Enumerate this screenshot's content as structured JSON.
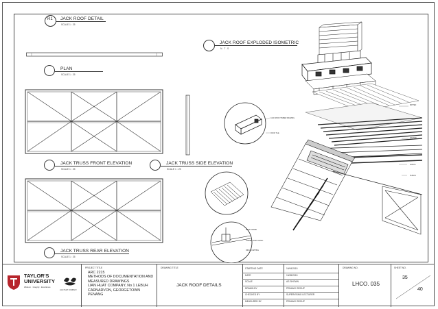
{
  "drawing": {
    "titles": {
      "jack_roof_detail": {
        "code": "R1",
        "title": "JACK ROOF DETAIL",
        "scale": "SCALE 1 : 25"
      },
      "plan": {
        "title": "PLAN",
        "scale": "SCALE 1 : 25"
      },
      "front_elevation": {
        "title": "JACK TRUSS FRONT ELEVATION",
        "scale": "SCALE 1 : 25"
      },
      "side_elevation": {
        "title": "JACK TRUSS SIDE ELEVATION",
        "scale": "SCALE 1 : 25"
      },
      "rear_elevation": {
        "title": "JACK TRUSS REAR ELEVATION",
        "scale": "SCALE 1 : 25"
      },
      "exploded": {
        "title": "JACK ROOF EXPLODED ISOMETRIC",
        "scale": "N . T . S"
      }
    },
    "callouts": {
      "c1": "JACK ROOF TIMBER FRAMING",
      "c2": "ROOF TILE",
      "c3": "BATTEN",
      "c4": "RAFTER",
      "c5": "FASCIA",
      "c6": "PURLIN",
      "c7": "ROOF FRAME",
      "c8": "TIMBER JOINT DETAIL",
      "c9": "RIDGE CAPPING"
    }
  },
  "title_block": {
    "university": {
      "line1": "TAYLOR'S",
      "line2": "UNIVERSITY",
      "tagline": "Wisdom · Integrity · Excellence"
    },
    "partner": "LIAN HUAT COMPANY",
    "project_title_label": "PROJECT TITLE",
    "project_lines": [
      "ARC 2215",
      "METHODS OF DOCUMENTATION AND",
      "MEASURED DRAWINGS",
      "LIAN HUAT COMPANY, No 1 LEBUH",
      "CARNARVON, GEORGETOWN",
      "PENANG"
    ],
    "drawing_title_label": "DRAWING TITLE",
    "drawing_title": "JACK ROOF DETAILS",
    "info_rows": [
      {
        "label": "STARTING DATE",
        "value": "16/04/2015"
      },
      {
        "label": "DATE",
        "value": "15/05/2015"
      },
      {
        "label": "SCALE",
        "value": "AS SHOWN"
      },
      {
        "label": "DRAWN BY",
        "value": "PENANG GROUP"
      },
      {
        "label": "CHECKED BY",
        "value": "SUPERVISING LECTURER"
      },
      {
        "label": "MEASURED BY",
        "value": "PENANG GROUP"
      }
    ],
    "drawing_no_label": "DRAWING NO.",
    "drawing_no": "LHCO. 035",
    "sheet_label": "SHEET NO.",
    "sheet_no": "35",
    "sheet_total": "40"
  }
}
